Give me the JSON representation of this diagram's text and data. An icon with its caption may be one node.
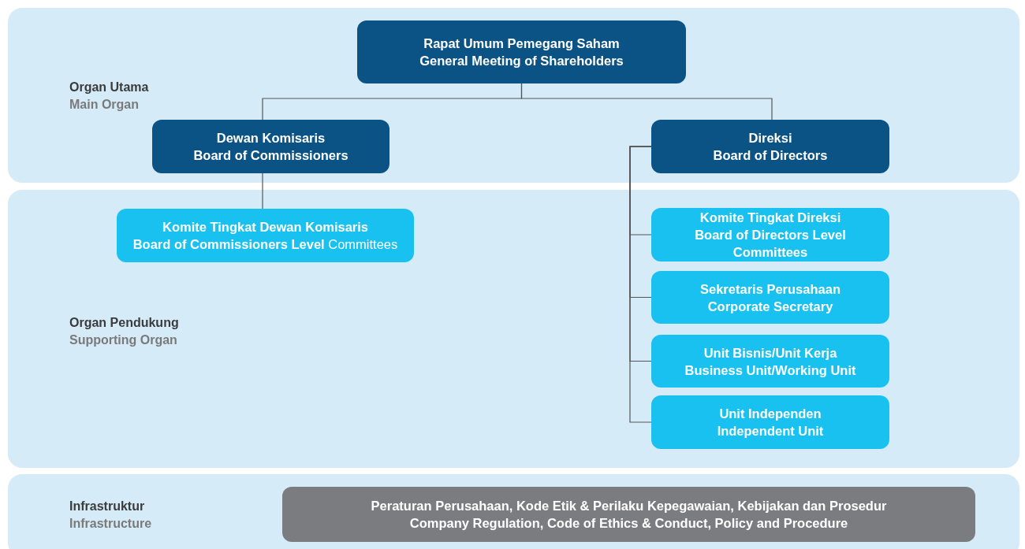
{
  "diagram": {
    "nodes": [
      {
        "text": [
          "Organ Utama",
          "Main Organ"
        ]
      },
      {
        "text": [
          "Rapat Umum Pemegang Saham",
          "General Meeting of Shareholders"
        ],
        "in": 0
      },
      {
        "text": [
          "Dewan Komisaris",
          "Board of Commissioners"
        ],
        "in": 0
      },
      {
        "text": [
          "Direksi",
          "Board of Directors"
        ],
        "in": 0
      },
      {
        "text": [
          "Organ Pendukung",
          "Supporting Organ"
        ]
      },
      {
        "text": [
          "Komite Tingkat Dewan Komisaris",
          "**Board of Commissioners Level** Committees"
        ],
        "in": 4
      },
      {
        "text": [
          "Komite Tingkat Direksi",
          "Board of Directors Level Committees"
        ],
        "in": 4
      },
      {
        "text": [
          "Sekretaris Perusahaan",
          "Corporate Secretary"
        ],
        "in": 4
      },
      {
        "text": [
          "Unit Bisnis/Unit Kerja",
          "Business Unit/Working Unit"
        ],
        "in": 4
      },
      {
        "text": [
          "Unit Independen",
          "Independent Unit"
        ],
        "in": 4
      },
      {
        "text": [
          "Infrastruktur",
          "Infrastructure"
        ]
      },
      {
        "text": [
          "Peraturan Perusahaan, Kode Etik & Perilaku Kepegawaian, Kebijakan dan Prosedur",
          "Company Regulation, Code of Ethics & Conduct, Policy and Procedure"
        ],
        "in": 10
      }
    ],
    "edges": [
      {
        "from": 1,
        "to": 2,
        "arrow": "none"
      },
      {
        "from": 1,
        "to": 3,
        "arrow": "none"
      },
      {
        "from": 2,
        "to": 5,
        "arrow": "none"
      },
      {
        "from": 3,
        "to": 6,
        "arrow": "none"
      },
      {
        "from": 3,
        "to": 7,
        "arrow": "none"
      },
      {
        "from": 3,
        "to": 8,
        "arrow": "none"
      },
      {
        "from": 3,
        "to": 9,
        "arrow": "none"
      }
    ]
  }
}
